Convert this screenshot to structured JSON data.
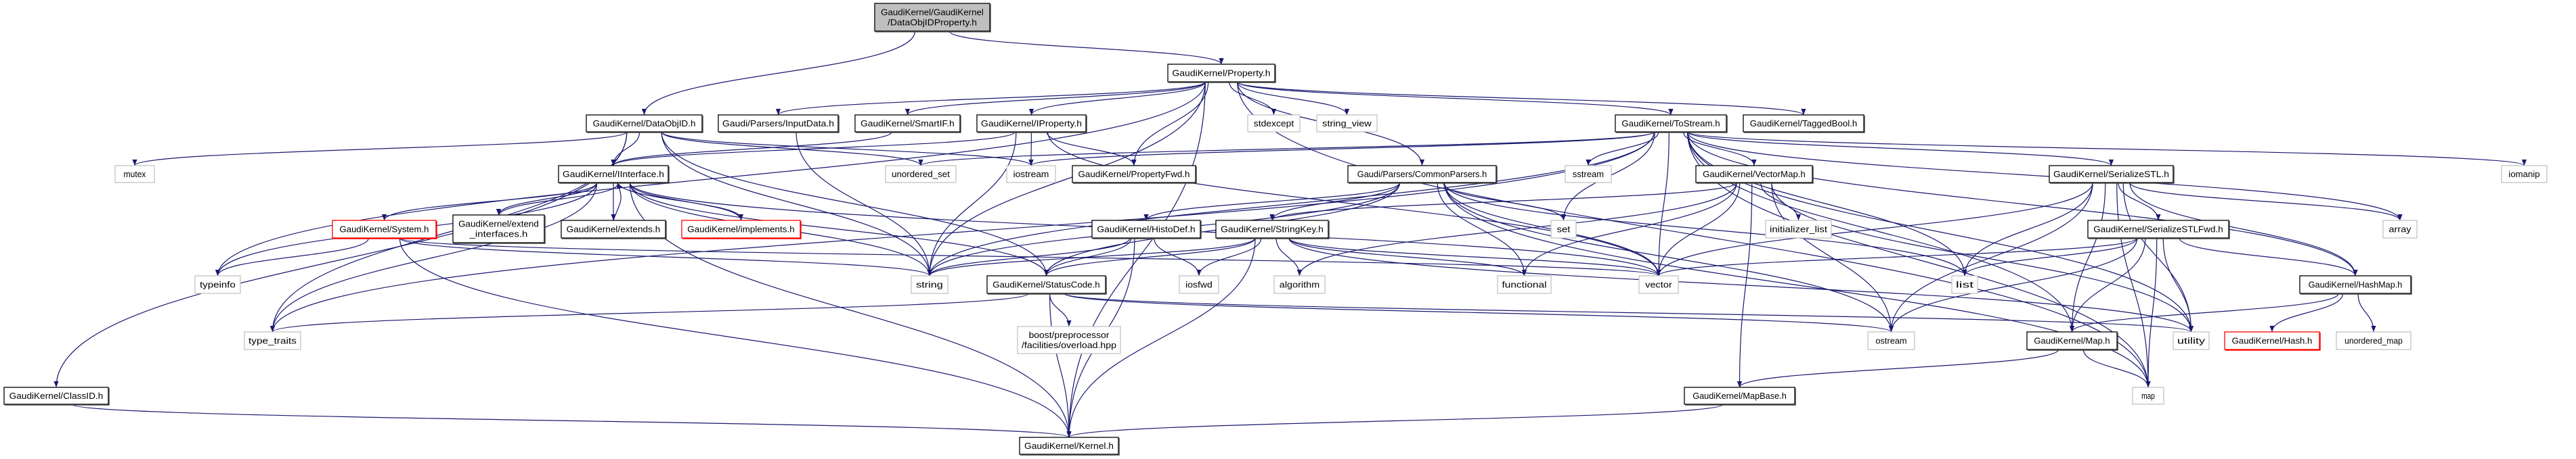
{
  "graph": {
    "edge_color": "#191970",
    "node_styles": {
      "root": {
        "fill": "#bfbfbf",
        "stroke": "#000000"
      },
      "documented": {
        "fill": "#ffffff",
        "stroke": "#000000"
      },
      "external": {
        "fill": "#ffffff",
        "stroke": "#bfbfbf"
      },
      "truncated": {
        "fill": "#ffffff",
        "stroke": "#ff0000"
      }
    },
    "nodes": [
      {
        "id": "root",
        "label": [
          "GaudiKernel/GaudiKernel",
          "/DataObjIDProperty.h"
        ],
        "kind": "root"
      },
      {
        "id": "property",
        "label": [
          "GaudiKernel/Property.h"
        ],
        "kind": "documented"
      },
      {
        "id": "dataobjid",
        "label": [
          "GaudiKernel/DataObjID.h"
        ],
        "kind": "documented"
      },
      {
        "id": "inputdata",
        "label": [
          "Gaudi/Parsers/InputData.h"
        ],
        "kind": "documented"
      },
      {
        "id": "smartif",
        "label": [
          "GaudiKernel/SmartIF.h"
        ],
        "kind": "documented"
      },
      {
        "id": "iproperty",
        "label": [
          "GaudiKernel/IProperty.h"
        ],
        "kind": "documented"
      },
      {
        "id": "stdexcept",
        "label": [
          "stdexcept"
        ],
        "kind": "external"
      },
      {
        "id": "string_view",
        "label": [
          "string_view"
        ],
        "kind": "external"
      },
      {
        "id": "tostream",
        "label": [
          "GaudiKernel/ToStream.h"
        ],
        "kind": "documented"
      },
      {
        "id": "taggedbool",
        "label": [
          "GaudiKernel/TaggedBool.h"
        ],
        "kind": "documented"
      },
      {
        "id": "mutex",
        "label": [
          "mutex"
        ],
        "kind": "external"
      },
      {
        "id": "iinterface",
        "label": [
          "GaudiKernel/IInterface.h"
        ],
        "kind": "documented"
      },
      {
        "id": "unordered_set",
        "label": [
          "unordered_set"
        ],
        "kind": "external"
      },
      {
        "id": "iostream",
        "label": [
          "iostream"
        ],
        "kind": "external"
      },
      {
        "id": "propertyfwd",
        "label": [
          "GaudiKernel/PropertyFwd.h"
        ],
        "kind": "documented"
      },
      {
        "id": "commonparsers",
        "label": [
          "Gaudi/Parsers/CommonParsers.h"
        ],
        "kind": "documented"
      },
      {
        "id": "sstream",
        "label": [
          "sstream"
        ],
        "kind": "external"
      },
      {
        "id": "vectormap",
        "label": [
          "GaudiKernel/VectorMap.h"
        ],
        "kind": "documented"
      },
      {
        "id": "serializestl",
        "label": [
          "GaudiKernel/SerializeSTL.h"
        ],
        "kind": "documented"
      },
      {
        "id": "iomanip",
        "label": [
          "iomanip"
        ],
        "kind": "external"
      },
      {
        "id": "system",
        "label": [
          "GaudiKernel/System.h"
        ],
        "kind": "truncated"
      },
      {
        "id": "extend_interfaces",
        "label": [
          "GaudiKernel/extend",
          "_interfaces.h"
        ],
        "kind": "documented"
      },
      {
        "id": "extends",
        "label": [
          "GaudiKernel/extends.h"
        ],
        "kind": "documented"
      },
      {
        "id": "implements",
        "label": [
          "GaudiKernel/implements.h"
        ],
        "kind": "truncated"
      },
      {
        "id": "histodef",
        "label": [
          "GaudiKernel/HistoDef.h"
        ],
        "kind": "documented"
      },
      {
        "id": "stringkey",
        "label": [
          "GaudiKernel/StringKey.h"
        ],
        "kind": "documented"
      },
      {
        "id": "set",
        "label": [
          "set"
        ],
        "kind": "external"
      },
      {
        "id": "initializer_list",
        "label": [
          "initializer_list"
        ],
        "kind": "external"
      },
      {
        "id": "serializestlfwd",
        "label": [
          "GaudiKernel/SerializeSTLFwd.h"
        ],
        "kind": "documented"
      },
      {
        "id": "array",
        "label": [
          "array"
        ],
        "kind": "external"
      },
      {
        "id": "typeinfo",
        "label": [
          "typeinfo"
        ],
        "kind": "external"
      },
      {
        "id": "string",
        "label": [
          "string"
        ],
        "kind": "external"
      },
      {
        "id": "statuscode",
        "label": [
          "GaudiKernel/StatusCode.h"
        ],
        "kind": "documented"
      },
      {
        "id": "iosfwd",
        "label": [
          "iosfwd"
        ],
        "kind": "external"
      },
      {
        "id": "algorithm",
        "label": [
          "algorithm"
        ],
        "kind": "external"
      },
      {
        "id": "functional",
        "label": [
          "functional"
        ],
        "kind": "external"
      },
      {
        "id": "vector",
        "label": [
          "vector"
        ],
        "kind": "external"
      },
      {
        "id": "list",
        "label": [
          "list"
        ],
        "kind": "external"
      },
      {
        "id": "hashmap",
        "label": [
          "GaudiKernel/HashMap.h"
        ],
        "kind": "documented"
      },
      {
        "id": "type_traits",
        "label": [
          "type_traits"
        ],
        "kind": "external"
      },
      {
        "id": "boost_overload",
        "label": [
          "boost/preprocessor",
          "/facilities/overload.hpp"
        ],
        "kind": "external"
      },
      {
        "id": "ostream",
        "label": [
          "ostream"
        ],
        "kind": "external"
      },
      {
        "id": "map_h",
        "label": [
          "GaudiKernel/Map.h"
        ],
        "kind": "documented"
      },
      {
        "id": "utility",
        "label": [
          "utility"
        ],
        "kind": "external"
      },
      {
        "id": "hash",
        "label": [
          "GaudiKernel/Hash.h"
        ],
        "kind": "truncated"
      },
      {
        "id": "unordered_map",
        "label": [
          "unordered_map"
        ],
        "kind": "external"
      },
      {
        "id": "classid",
        "label": [
          "GaudiKernel/ClassID.h"
        ],
        "kind": "documented"
      },
      {
        "id": "mapbase",
        "label": [
          "GaudiKernel/MapBase.h"
        ],
        "kind": "documented"
      },
      {
        "id": "map",
        "label": [
          "map"
        ],
        "kind": "external"
      },
      {
        "id": "kernel",
        "label": [
          "GaudiKernel/Kernel.h"
        ],
        "kind": "documented"
      }
    ],
    "edges": [
      [
        "root",
        "dataobjid"
      ],
      [
        "root",
        "property"
      ],
      [
        "property",
        "inputdata"
      ],
      [
        "property",
        "smartif"
      ],
      [
        "property",
        "iproperty"
      ],
      [
        "property",
        "stdexcept"
      ],
      [
        "property",
        "string_view"
      ],
      [
        "property",
        "tostream"
      ],
      [
        "property",
        "taggedbool"
      ],
      [
        "property",
        "propertyfwd"
      ],
      [
        "property",
        "commonparsers"
      ],
      [
        "property",
        "string"
      ],
      [
        "property",
        "typeinfo"
      ],
      [
        "property",
        "kernel"
      ],
      [
        "property",
        "map"
      ],
      [
        "dataobjid",
        "classid"
      ],
      [
        "dataobjid",
        "mutex"
      ],
      [
        "dataobjid",
        "unordered_set"
      ],
      [
        "dataobjid",
        "iostream"
      ],
      [
        "dataobjid",
        "string"
      ],
      [
        "dataobjid",
        "type_traits"
      ],
      [
        "dataobjid",
        "statuscode"
      ],
      [
        "dataobjid",
        "iinterface"
      ],
      [
        "inputdata",
        "string"
      ],
      [
        "smartif",
        "iinterface"
      ],
      [
        "iproperty",
        "iinterface"
      ],
      [
        "iproperty",
        "iostream"
      ],
      [
        "iproperty",
        "propertyfwd"
      ],
      [
        "iproperty",
        "string"
      ],
      [
        "iproperty",
        "vector"
      ],
      [
        "iinterface",
        "system"
      ],
      [
        "iinterface",
        "extend_interfaces"
      ],
      [
        "iinterface",
        "extends"
      ],
      [
        "iinterface",
        "implements"
      ],
      [
        "iinterface",
        "typeinfo"
      ],
      [
        "iinterface",
        "type_traits"
      ],
      [
        "iinterface",
        "string"
      ],
      [
        "iinterface",
        "statuscode"
      ],
      [
        "iinterface",
        "kernel"
      ],
      [
        "iinterface",
        "vector"
      ],
      [
        "extend_interfaces",
        "iinterface"
      ],
      [
        "extends",
        "iinterface"
      ],
      [
        "implements",
        "iinterface"
      ],
      [
        "system",
        "typeinfo"
      ],
      [
        "system",
        "string"
      ],
      [
        "system",
        "vector"
      ],
      [
        "system",
        "kernel"
      ],
      [
        "tostream",
        "unordered_set"
      ],
      [
        "tostream",
        "iostream"
      ],
      [
        "tostream",
        "string"
      ],
      [
        "tostream",
        "sstream"
      ],
      [
        "tostream",
        "set"
      ],
      [
        "tostream",
        "vector"
      ],
      [
        "tostream",
        "list"
      ],
      [
        "tostream",
        "vectormap"
      ],
      [
        "tostream",
        "serializestl"
      ],
      [
        "tostream",
        "array"
      ],
      [
        "tostream",
        "iomanip"
      ],
      [
        "tostream",
        "map"
      ],
      [
        "tostream",
        "map_h"
      ],
      [
        "tostream",
        "utility"
      ],
      [
        "tostream",
        "hashmap"
      ],
      [
        "tostream",
        "type_traits"
      ],
      [
        "commonparsers",
        "histodef"
      ],
      [
        "commonparsers",
        "stringkey"
      ],
      [
        "commonparsers",
        "string"
      ],
      [
        "commonparsers",
        "statuscode"
      ],
      [
        "commonparsers",
        "set"
      ],
      [
        "commonparsers",
        "vector"
      ],
      [
        "commonparsers",
        "list"
      ],
      [
        "commonparsers",
        "map"
      ],
      [
        "commonparsers",
        "ostream"
      ],
      [
        "commonparsers",
        "functional"
      ],
      [
        "vectormap",
        "stringkey"
      ],
      [
        "vectormap",
        "algorithm"
      ],
      [
        "vectormap",
        "functional"
      ],
      [
        "vectormap",
        "vector"
      ],
      [
        "vectormap",
        "initializer_list"
      ],
      [
        "vectormap",
        "ostream"
      ],
      [
        "vectormap",
        "utility"
      ],
      [
        "vectormap",
        "mapbase"
      ],
      [
        "histodef",
        "string"
      ],
      [
        "histodef",
        "iosfwd"
      ],
      [
        "histodef",
        "statuscode"
      ],
      [
        "histodef",
        "kernel"
      ],
      [
        "stringkey",
        "string"
      ],
      [
        "stringkey",
        "statuscode"
      ],
      [
        "stringkey",
        "iosfwd"
      ],
      [
        "stringkey",
        "algorithm"
      ],
      [
        "stringkey",
        "functional"
      ],
      [
        "stringkey",
        "vector"
      ],
      [
        "stringkey",
        "kernel"
      ],
      [
        "stringkey",
        "utility"
      ],
      [
        "statuscode",
        "type_traits"
      ],
      [
        "statuscode",
        "boost_overload"
      ],
      [
        "statuscode",
        "kernel"
      ],
      [
        "statuscode",
        "ostream"
      ],
      [
        "statuscode",
        "utility"
      ],
      [
        "serializestl",
        "serializestlfwd"
      ],
      [
        "serializestl",
        "array"
      ],
      [
        "serializestl",
        "list"
      ],
      [
        "serializestl",
        "vector"
      ],
      [
        "serializestl",
        "ostream"
      ],
      [
        "serializestl",
        "map_h"
      ],
      [
        "serializestl",
        "hashmap"
      ],
      [
        "serializestl",
        "utility"
      ],
      [
        "serializestl",
        "map"
      ],
      [
        "serializestlfwd",
        "list"
      ],
      [
        "serializestlfwd",
        "vector"
      ],
      [
        "serializestlfwd",
        "ostream"
      ],
      [
        "serializestlfwd",
        "map_h"
      ],
      [
        "serializestlfwd",
        "map"
      ],
      [
        "serializestlfwd",
        "utility"
      ],
      [
        "serializestlfwd",
        "hashmap"
      ],
      [
        "hashmap",
        "map_h"
      ],
      [
        "hashmap",
        "hash"
      ],
      [
        "hashmap",
        "unordered_map"
      ],
      [
        "map_h",
        "mapbase"
      ],
      [
        "map_h",
        "map"
      ],
      [
        "mapbase",
        "kernel"
      ],
      [
        "classid",
        "kernel"
      ]
    ]
  }
}
